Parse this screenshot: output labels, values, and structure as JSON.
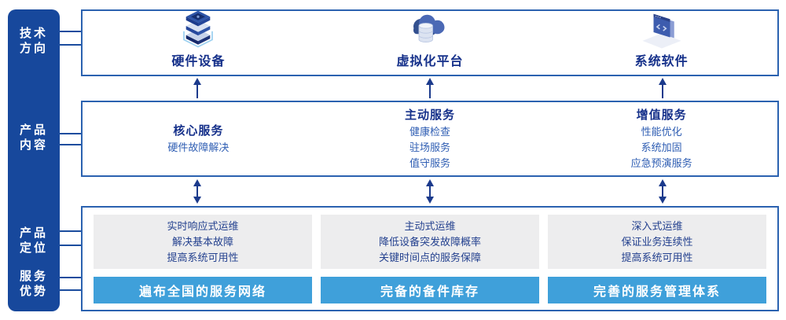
{
  "colors": {
    "sidebar_blue": "#17489C",
    "box_border_blue": "#2B62B0",
    "bar_blue": "#3FA0DA",
    "panel_gray": "#EDEDEE",
    "title_navy": "#15308A",
    "item_blue": "#2F5EB3",
    "arrow_navy": "#1B3A8C"
  },
  "sidebar": {
    "items": [
      {
        "line1": "技术",
        "line2": "方向"
      },
      {
        "line1": "产品",
        "line2": "内容"
      },
      {
        "line1": "产品",
        "line2": "定位"
      },
      {
        "line1": "服务",
        "line2": "优势"
      }
    ]
  },
  "tech_row": {
    "items": [
      {
        "icon": "server-stack-icon",
        "label": "硬件设备"
      },
      {
        "icon": "cloud-database-icon",
        "label": "虚拟化平台"
      },
      {
        "icon": "code-window-icon",
        "label": "系统软件"
      }
    ]
  },
  "content_row": {
    "columns": [
      {
        "title": "核心服务",
        "items": [
          "硬件故障解决"
        ]
      },
      {
        "title": "主动服务",
        "items": [
          "健康检查",
          "驻场服务",
          "值守服务"
        ]
      },
      {
        "title": "增值服务",
        "items": [
          "性能优化",
          "系统加固",
          "应急预演服务"
        ]
      }
    ]
  },
  "bottom_row": {
    "columns": [
      {
        "positioning": [
          "实时响应式运维",
          "解决基本故障",
          "提高系统可用性"
        ],
        "advantage": "遍布全国的服务网络"
      },
      {
        "positioning": [
          "主动式运维",
          "降低设备突发故障概率",
          "关键时间点的服务保障"
        ],
        "advantage": "完备的备件库存"
      },
      {
        "positioning": [
          "深入式运维",
          "保证业务连续性",
          "提高系统可用性"
        ],
        "advantage": "完善的服务管理体系"
      }
    ]
  }
}
